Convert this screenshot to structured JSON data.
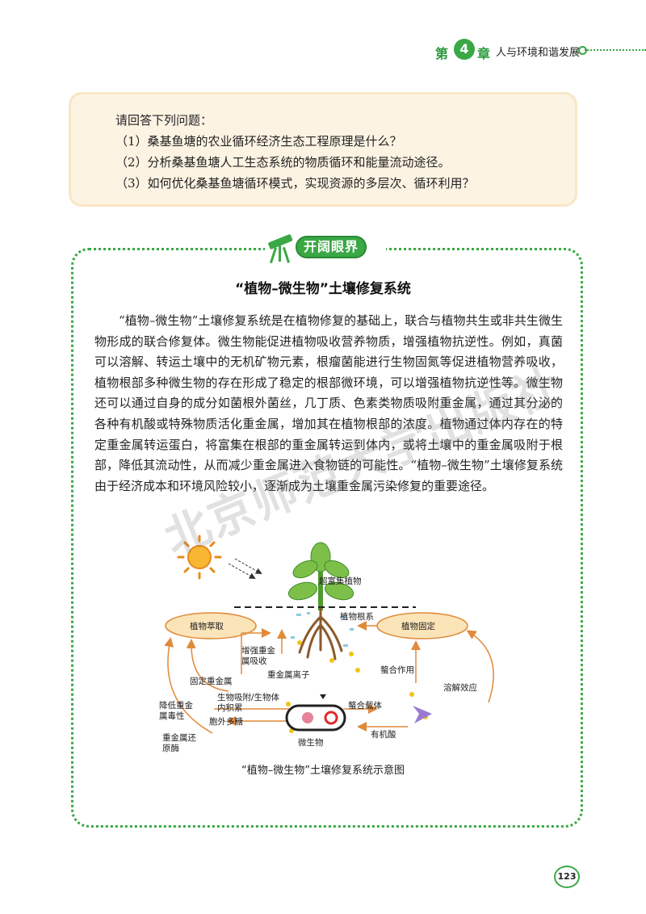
{
  "header": {
    "chapter_prefix": "第",
    "chapter_number": "4",
    "chapter_suffix": "章",
    "chapter_title": "人与环境和谐发展",
    "accent_color": "#3aa845"
  },
  "questions": {
    "intro": "请回答下列问题：",
    "items": [
      "（1）桑基鱼塘的农业循环经济生态工程原理是什么？",
      "（2）分析桑基鱼塘人工生态系统的物质循环和能量流动途径。",
      "（3）如何优化桑基鱼塘循环模式，实现资源的多层次、循环利用？"
    ]
  },
  "section": {
    "badge": "开阔眼界",
    "title": "“植物–微生物”土壤修复系统",
    "paragraph": "“植物–微生物”土壤修复系统是在植物修复的基础上，联合与植物共生或非共生微生物形成的联合修复体。微生物能促进植物吸收营养物质，增强植物抗逆性。例如，真菌可以溶解、转运土壤中的无机矿物元素，根瘤菌能进行生物固氮等促进植物营养吸收，植物根部多种微生物的存在形成了稳定的根部微环境，可以增强植物抗逆性等。微生物还可以通过自身的成分如菌根外菌丝，几丁质、色素类物质吸附重金属，通过其分泌的各种有机酸或特殊物质活化重金属，增加其在植物根部的浓度。植物通过体内存在的特定重金属转运蛋白，将富集在根部的重金属转运到体内，或将土壤中的重金属吸附于根部，降低其流动性，从而减少重金属进入食物链的可能性。“植物–微生物”土壤修复系统由于经济成本和环境风险较小，逐渐成为土壤重金属污染修复的重要途径。"
  },
  "watermark": "北京师范大学出版社",
  "diagram": {
    "labels": {
      "hyperaccumulator": "超富集植物",
      "phytoextraction": "植物萃取",
      "phytostabilization": "植物固定",
      "root": "植物根系",
      "enhance_uptake": "增强重金属吸收",
      "metal_ions": "重金属离子",
      "fix_metal": "固定重金属",
      "reduce_toxicity": "降低重金属毒性",
      "metal_reductase": "重金属还原酶",
      "bio_adsorption": "生物吸附/生物体内积累",
      "eps": "胞外多糖",
      "microbe": "微生物",
      "chelate_carrier": "螯合载体",
      "organic_acid": "有机酸",
      "chelation": "螯合作用",
      "dissolution": "溶解效应"
    },
    "caption": "“植物–微生物”土壤修复系统示意图"
  },
  "page_number": "123"
}
